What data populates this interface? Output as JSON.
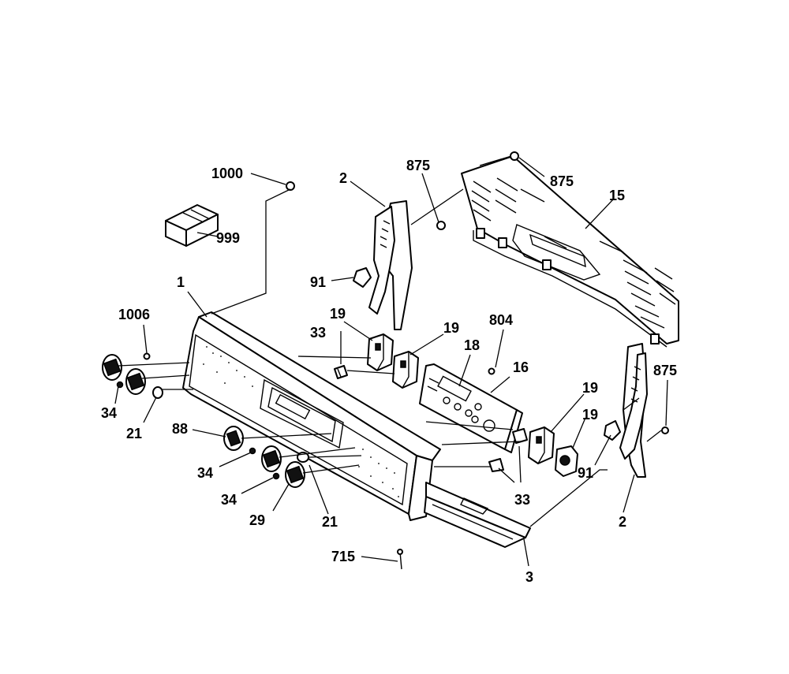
{
  "labels": {
    "l1": "1",
    "l2a": "2",
    "l2b": "2",
    "l3": "3",
    "l15": "15",
    "l16": "16",
    "l18": "18",
    "l19a": "19",
    "l19b": "19",
    "l19c": "19",
    "l19d": "19",
    "l21a": "21",
    "l21b": "21",
    "l29": "29",
    "l33a": "33",
    "l33b": "33",
    "l34a": "34",
    "l34b": "34",
    "l34c": "34",
    "l88": "88",
    "l91a": "91",
    "l91b": "91",
    "l715": "715",
    "l804": "804",
    "l875a": "875",
    "l875b": "875",
    "l875c": "875",
    "l999": "999",
    "l1000": "1000",
    "l1006": "1006"
  },
  "colors": {
    "line": "#000000",
    "background": "#ffffff"
  }
}
